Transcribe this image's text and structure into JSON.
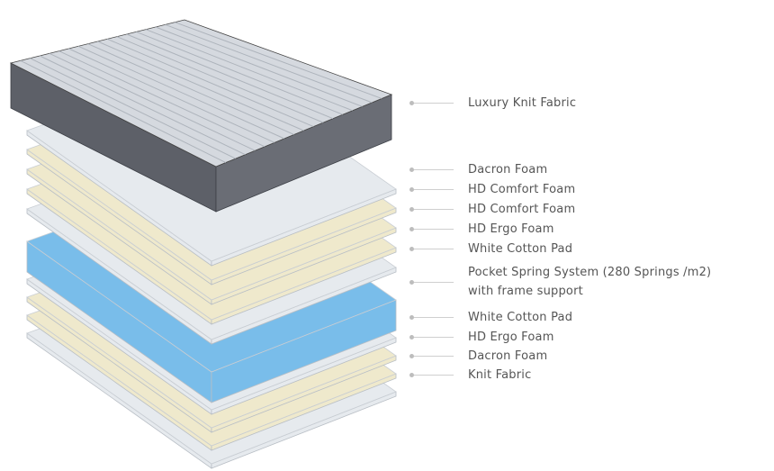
{
  "layers": [
    {
      "label": "Luxury Knit Fabric"
    },
    {
      "label": "Dacron Foam"
    },
    {
      "label": "HD Comfort Foam"
    },
    {
      "label": "HD Comfort Foam"
    },
    {
      "label": "HD Ergo Foam"
    },
    {
      "label": "White Cotton Pad"
    },
    {
      "label": "Pocket Spring System (280 Springs /m2)",
      "label2": "with frame support"
    },
    {
      "label": "White Cotton Pad"
    },
    {
      "label": "HD Ergo Foam"
    },
    {
      "label": "Dacron Foam"
    },
    {
      "label": "Knit Fabric"
    }
  ],
  "colors": {
    "fabric": "#e6eaee",
    "foam": "#efe9cc",
    "spring": "#79bdea",
    "mattress_side": "#5d6068",
    "text": "#555555"
  }
}
